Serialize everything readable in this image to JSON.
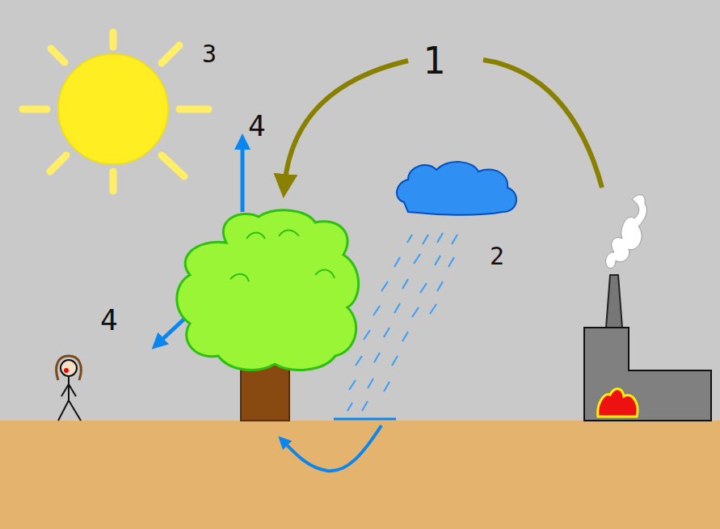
{
  "diagram": {
    "labels": [
      "1",
      "2",
      "3",
      "4",
      "4"
    ]
  }
}
